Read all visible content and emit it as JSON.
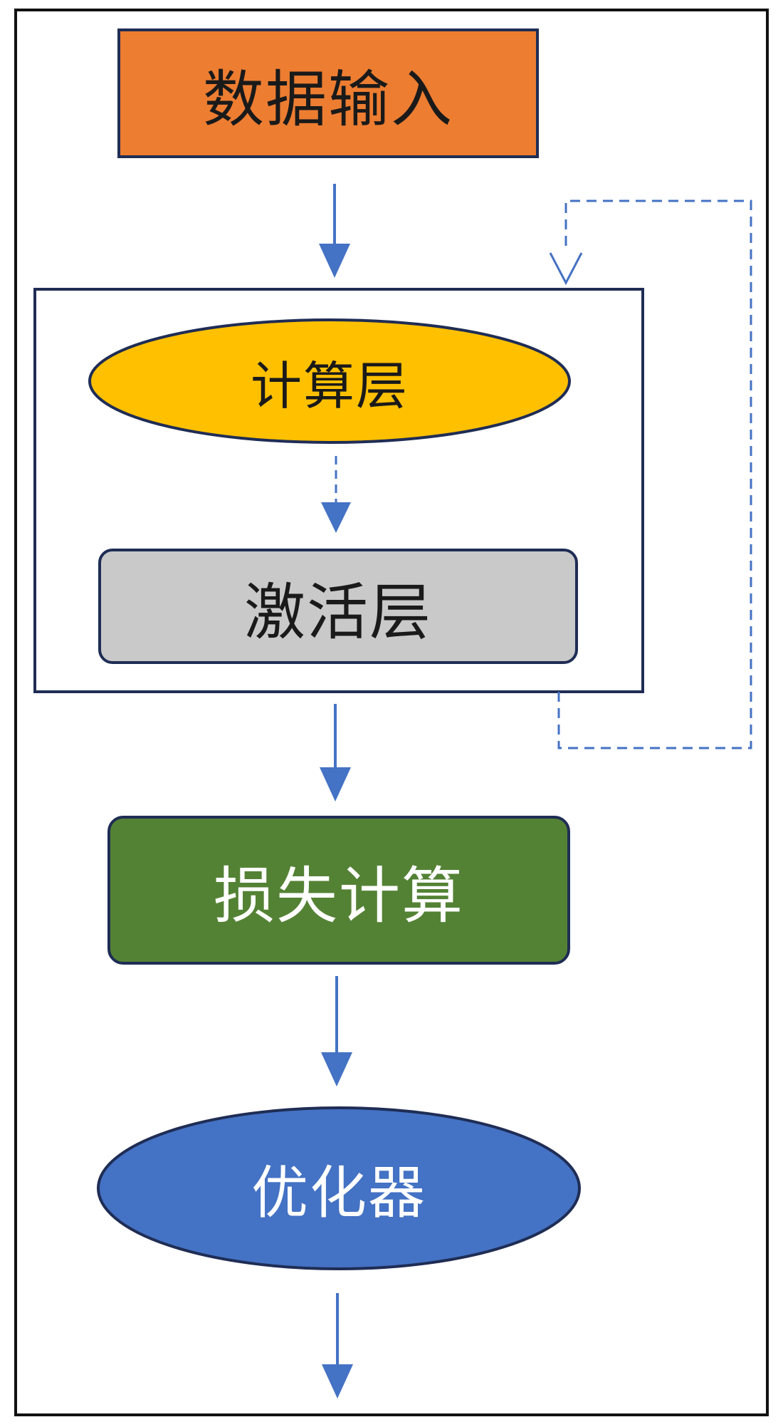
{
  "nodes": {
    "input": {
      "label": "数据输入",
      "fill": "#ED7D31",
      "stroke": "#1F2D55",
      "text_color": "#1A1A1A"
    },
    "compute": {
      "label": "计算层",
      "fill": "#FFC000",
      "stroke": "#1F2D55",
      "text_color": "#1A1A1A"
    },
    "activation": {
      "label": "激活层",
      "fill": "#C9C9C9",
      "stroke": "#1F2D55",
      "text_color": "#1A1A1A"
    },
    "loss": {
      "label": "损失计算",
      "fill": "#548235",
      "stroke": "#1F2D55",
      "text_color": "#FFFFFF"
    },
    "optimizer": {
      "label": "优化器",
      "fill": "#4472C4",
      "stroke": "#1F2D55",
      "text_color": "#FFFFFF"
    }
  },
  "colors": {
    "arrow": "#4472C4",
    "frame": "#111111",
    "group_border": "#1F2D55"
  }
}
